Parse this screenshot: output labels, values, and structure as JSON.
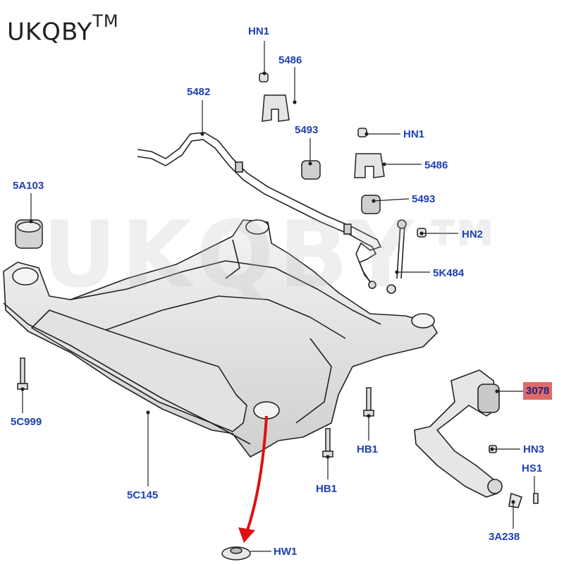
{
  "brand": {
    "text": "UKQBY",
    "mark": "TM"
  },
  "watermark": "UKQBY™",
  "labels": {
    "hn1_top": "HN1",
    "p5486_top": "5486",
    "p5482": "5482",
    "p5493_top": "5493",
    "hn1_right": "HN1",
    "p5486_right": "5486",
    "p5A103": "5A103",
    "p5493_right": "5493",
    "hn2": "HN2",
    "p5K484": "5K484",
    "p3078": "3078",
    "p5C999": "5C999",
    "hb1_right": "HB1",
    "hn3": "HN3",
    "hs1": "HS1",
    "hb1_mid": "HB1",
    "p5C145": "5C145",
    "p3A238": "3A238",
    "hw1": "HW1"
  },
  "colors": {
    "label": "#1f3fb3",
    "highlight": "#e06a6a",
    "arrow": "#e01010",
    "line": "#222222"
  }
}
